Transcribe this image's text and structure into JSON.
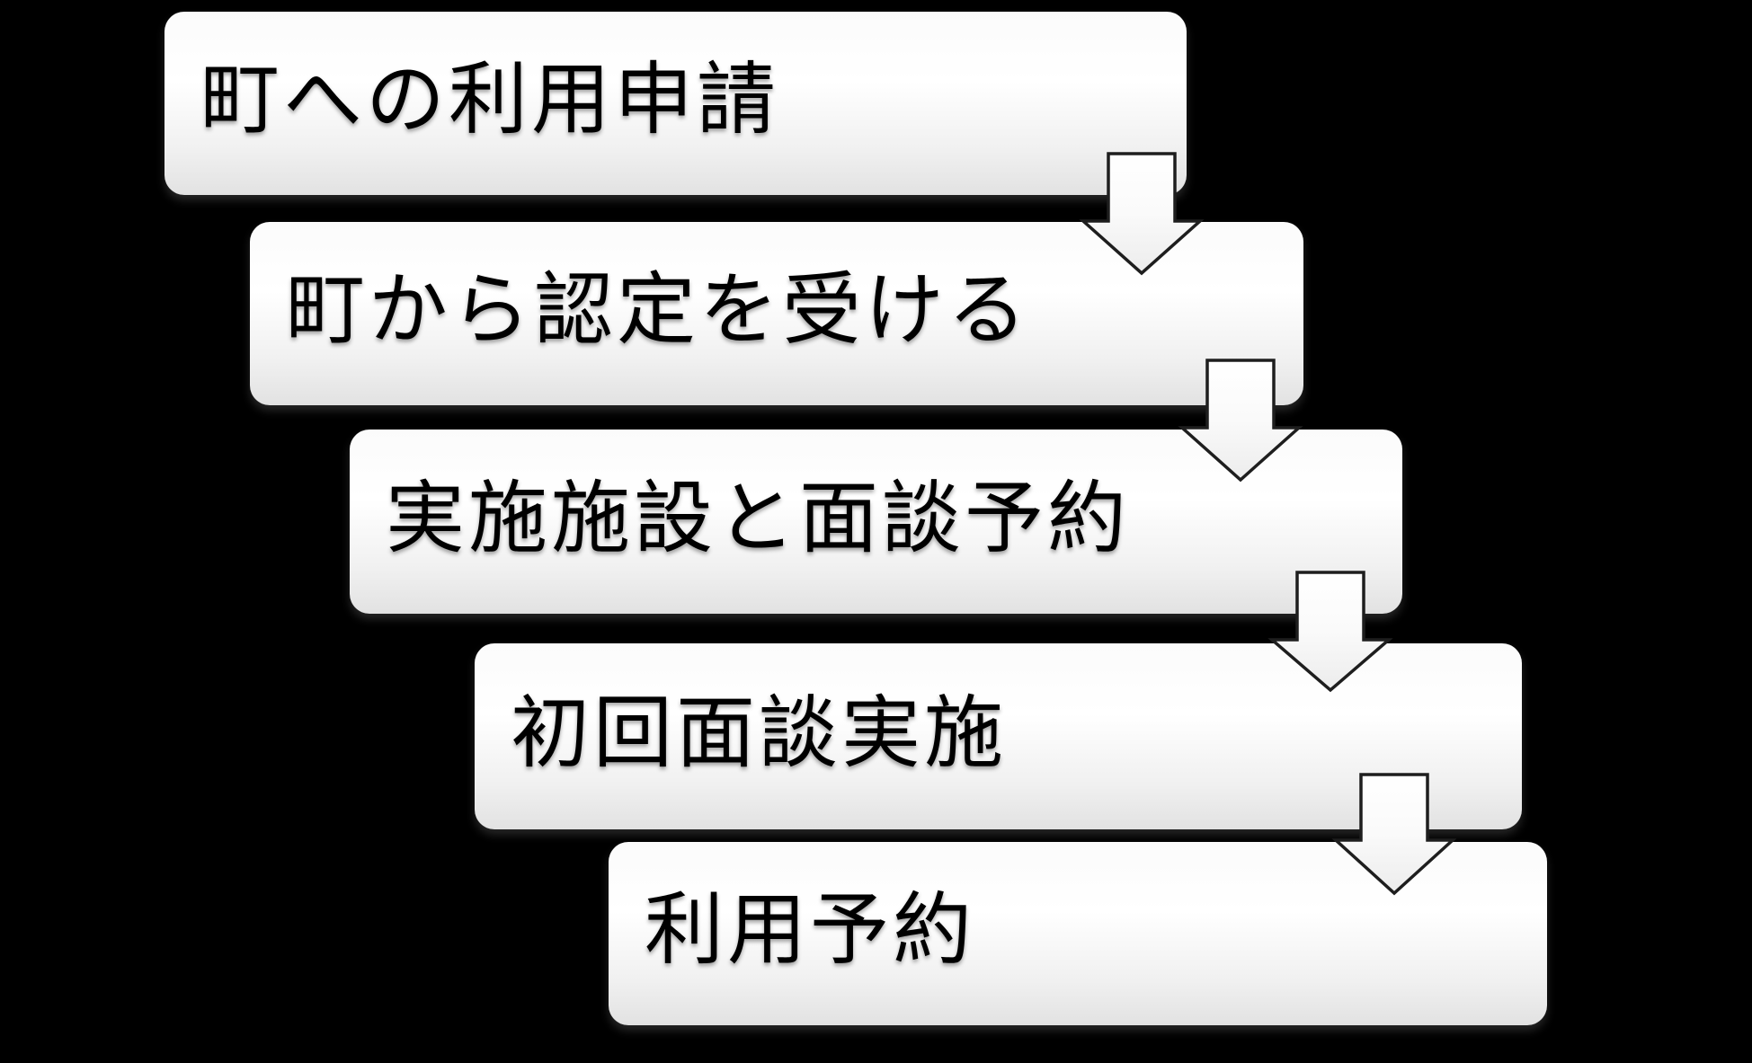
{
  "page": {
    "background_color": "#000000"
  },
  "diagram": {
    "type": "vertical-process-flow",
    "connector": "down-block-arrow",
    "steps": [
      {
        "label": "町への利用申請"
      },
      {
        "label": "町から認定を受ける"
      },
      {
        "label": "実施施設と面談予約"
      },
      {
        "label": "初回面談実施"
      },
      {
        "label": "利用予約"
      }
    ],
    "style": {
      "box_fill_top": "#ffffff",
      "box_fill_bottom": "#e2e2e2",
      "text_color": "#000000",
      "arrow_fill_top": "#ffffff",
      "arrow_fill_bottom": "#ececec",
      "arrow_outline": "#1e1e1e",
      "background": "#000000"
    }
  }
}
